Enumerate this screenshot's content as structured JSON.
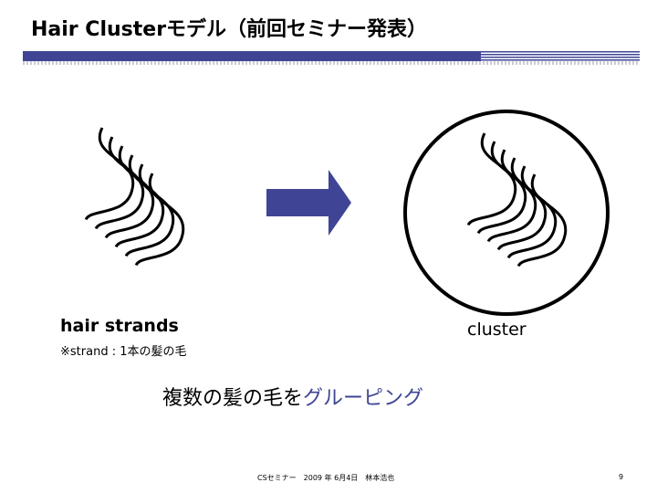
{
  "slide": {
    "title": "Hair Clusterモデル（前回セミナー発表）",
    "left_label": "hair strands",
    "note": "※strand : 1本の髪の毛",
    "right_label": "cluster",
    "caption_main": "複数の髪の毛を",
    "caption_accent": "グルーピング",
    "footer": "CSセミナー　2009 年 6月4日　林本浩也",
    "page_number": "9"
  },
  "colors": {
    "accent": "#3f4594",
    "text": "#000000"
  },
  "icons": {
    "arrow": "right-arrow-icon",
    "strands": "hair-strands-icon",
    "cluster": "hair-cluster-icon"
  }
}
